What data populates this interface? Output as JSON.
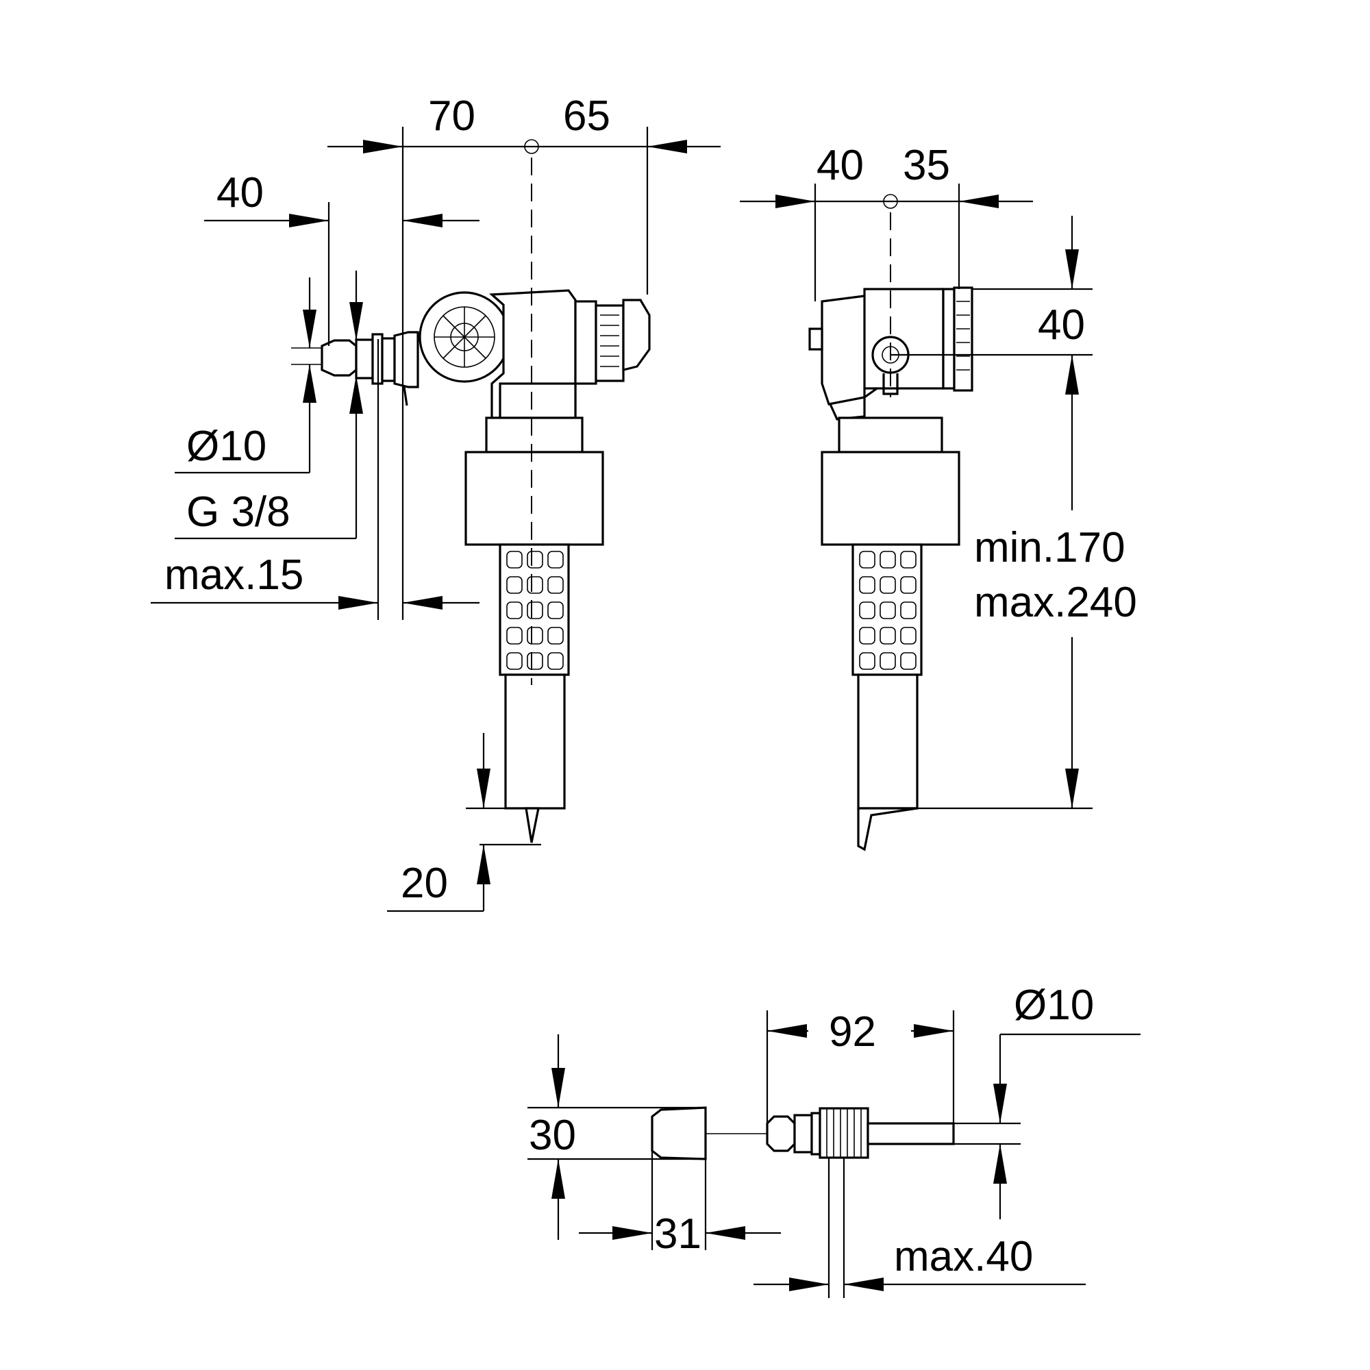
{
  "side_view": {
    "dim_70": "70",
    "dim_65": "65",
    "dim_40": "40",
    "dim_dia10": "Ø10",
    "dim_g38": "G 3/8",
    "dim_max15": "max.15",
    "dim_20": "20"
  },
  "front_view": {
    "dim_40": "40",
    "dim_35": "35",
    "dim_40_vertical": "40",
    "dim_min170": "min.170",
    "dim_max240": "max.240"
  },
  "connector_view": {
    "dim_92": "92",
    "dim_dia10": "Ø10",
    "dim_30": "30",
    "dim_31": "31",
    "dim_max40": "max.40"
  }
}
